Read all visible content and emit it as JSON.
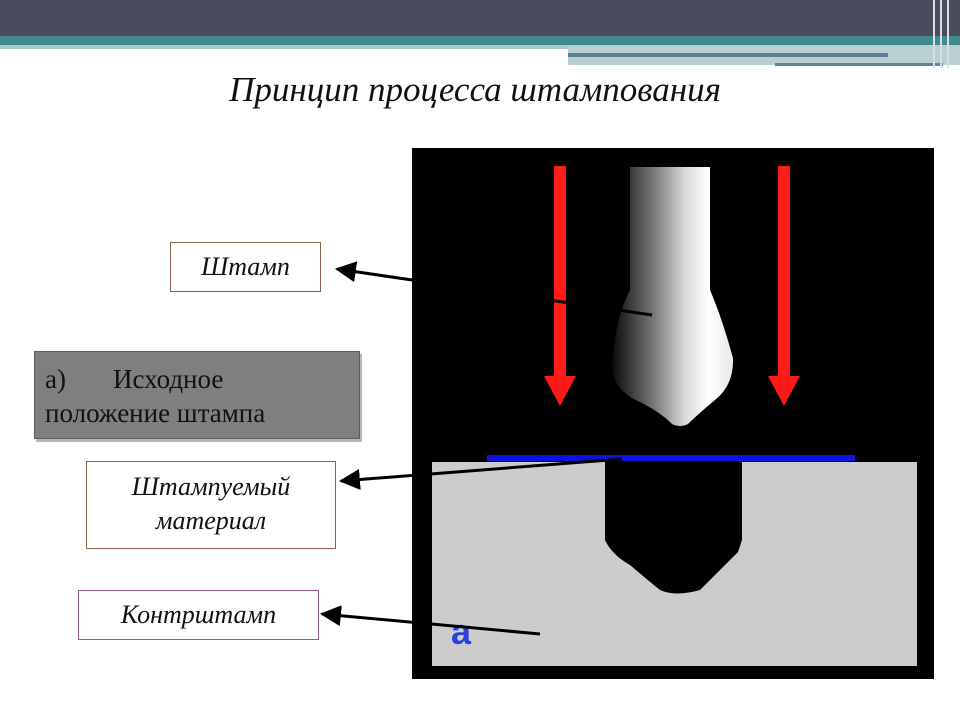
{
  "title": "Принцип процесса штампования",
  "labels": {
    "stamp": "Штамп",
    "material_line1": "Штампуемый",
    "material_line2": "материал",
    "counter_stamp": "Контрштамп"
  },
  "caption": {
    "marker": "а)",
    "line1": "Исходное",
    "line2": "положение штампа"
  },
  "figure_letter": "а",
  "colors": {
    "arrow": "#ff1a1a",
    "material": "#1010e0",
    "die": "#cccccc",
    "background": "#000000",
    "title_bar": "#4a4b5c",
    "accent_stripe": "#3e8a8c",
    "letter": "#2a3fe0"
  }
}
